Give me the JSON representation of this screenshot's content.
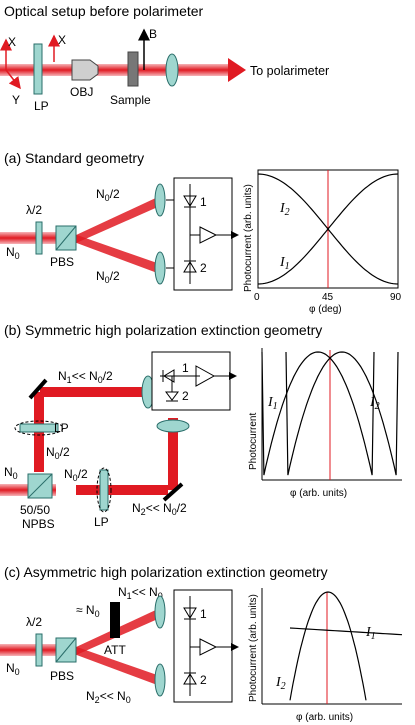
{
  "colors": {
    "beam": "#e01a22",
    "beam_light": "#f39aa0",
    "optic": "#9fd6cf",
    "optic_stroke": "#2a6e6a",
    "curve": "#000000",
    "marker": "#e01a22"
  },
  "top": {
    "title": "Optical setup before polarimeter",
    "x_left": "X",
    "y_left": "Y",
    "x_right": "X",
    "lp": "LP",
    "obj": "OBJ",
    "sample": "Sample",
    "b": "B",
    "to_polarimeter": "To polarimeter"
  },
  "a": {
    "title": "(a) Standard geometry",
    "half_wave": "λ/2",
    "n0": "N",
    "n0_sub": "0",
    "n_upper": "N",
    "n_upper_sub": "0",
    "n_upper_suffix": "/2",
    "n_lower": "N",
    "n_lower_sub": "0",
    "n_lower_suffix": "/2",
    "pbs": "PBS",
    "d1": "1",
    "d2": "2",
    "ylabel": "Photocurrent (arb. units)",
    "xlabel": "φ (deg)",
    "ticks": [
      "0",
      "45",
      "90"
    ],
    "i2": "I",
    "i2_sub": "2",
    "i1": "I",
    "i1_sub": "1"
  },
  "b": {
    "title": "(b) Symmetric high polarization extinction geometry",
    "n1": "N",
    "n1_sub": "1",
    "n1_rel": "<< N",
    "n1_rel_sub": "0",
    "n1_rel_suffix": "/2",
    "lp_top": "LP",
    "n0half": "N",
    "n0half_sub": "0",
    "n0half_suffix": "/2",
    "n0": "N",
    "n0_sub": "0",
    "npbs1": "50/50",
    "npbs2": "NPBS",
    "n0half_right": "N",
    "n0half_right_sub": "0",
    "n0half_right_suffix": "/2",
    "lp_bottom": "LP",
    "n2": "N",
    "n2_sub": "2",
    "n2_rel": "<< N",
    "n2_rel_sub": "0",
    "n2_rel_suffix": "/2",
    "d1": "1",
    "d2": "2",
    "ylabel": "Photocurrent",
    "xlabel": "φ (arb. units)",
    "i1": "I",
    "i1_sub": "1",
    "i2": "I",
    "i2_sub": "2"
  },
  "c": {
    "title": "(c) Asymmetric high polarization extinction geometry",
    "half_wave": "λ/2",
    "approx": "≈ N",
    "approx_sub": "0",
    "att": "ATT",
    "n1": "N",
    "n1_sub": "1",
    "n1_rel": "<< N",
    "n1_rel_sub": "0",
    "n2": "N",
    "n2_sub": "2",
    "n2_rel": "<< N",
    "n2_rel_sub": "0",
    "n0": "N",
    "n0_sub": "0",
    "pbs": "PBS",
    "d1": "1",
    "d2": "2",
    "ylabel": "Photocurrent (arb. units)",
    "xlabel": "φ (arb. units)",
    "i1": "I",
    "i1_sub": "1",
    "i2": "I",
    "i2_sub": "2"
  }
}
